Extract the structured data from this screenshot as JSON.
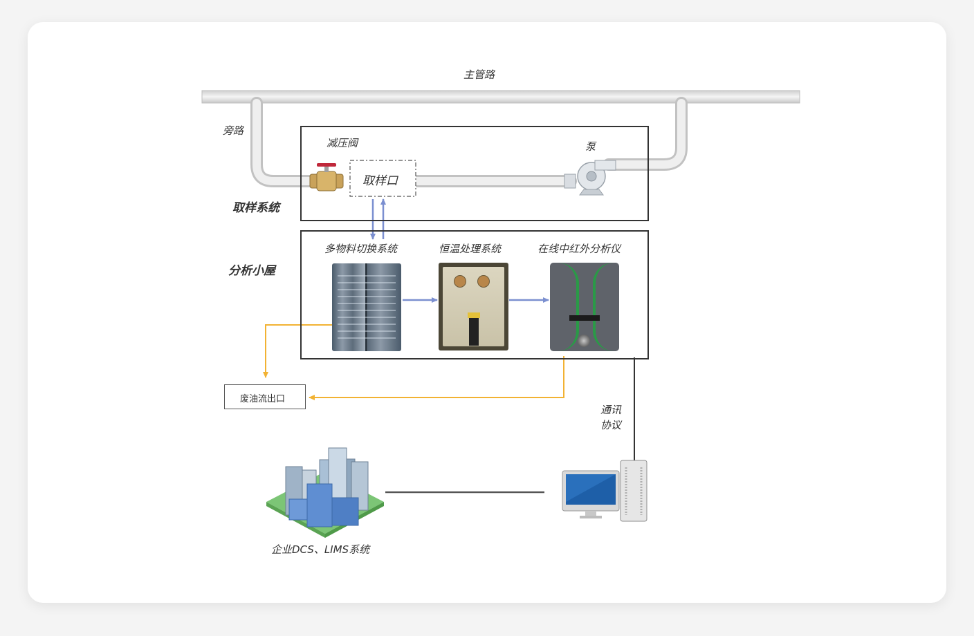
{
  "labels": {
    "main_pipe": "主管路",
    "bypass": "旁路",
    "pressure_valve": "减压阀",
    "pump": "泵",
    "sampling_port": "取样口",
    "sampling_system": "取样系统",
    "analysis_house": "分析小屋",
    "multi_switch": "多物料切换系统",
    "thermostat": "恒温处理系统",
    "analyzer": "在线中红外分析仪",
    "waste_outlet": "废油流出口",
    "comm_line1": "通讯",
    "comm_line2": "协议",
    "enterprise": "企业DCS、LIMS系统"
  },
  "colors": {
    "pipe": "#e6e6e6",
    "pipe_edge": "#b9b9b9",
    "blue_arrow": "#7b8fd0",
    "orange_line": "#f2b233",
    "box_border": "#333333"
  },
  "icons": {
    "valve": "valve-icon",
    "pump": "pump-icon",
    "computer": "computer-icon",
    "buildings": "buildings-icon"
  }
}
